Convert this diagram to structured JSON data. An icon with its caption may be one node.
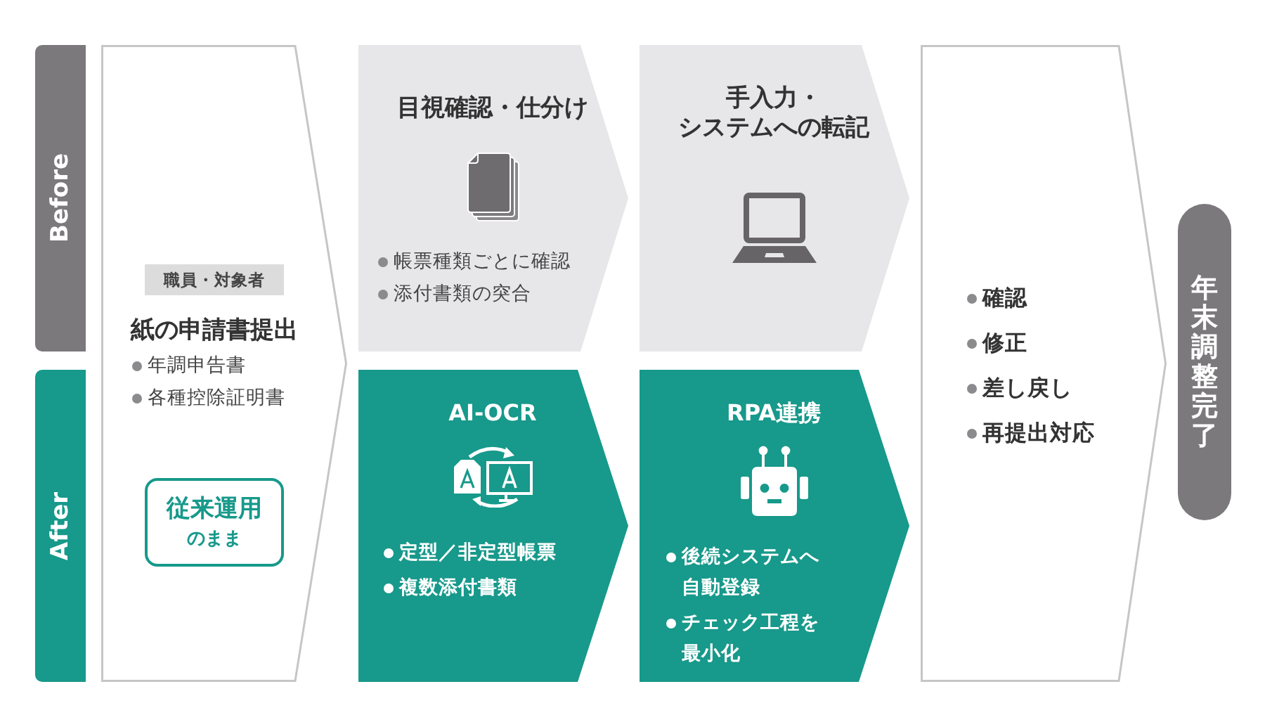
{
  "diagram": {
    "nodes": [
      {
        "text": [
          "Before"
        ]
      },
      {
        "text": [
          "After"
        ]
      },
      {
        "text": [
          "紙の申請書提出",
          "年調申告書",
          "各種控除証明書"
        ]
      },
      {
        "text": [
          "職員・対象者"
        ],
        "in": 2
      },
      {
        "text": [
          "従来運用",
          "のまま"
        ],
        "in": 2
      },
      {
        "text": [
          "目視確認・仕分け",
          "帳票種類ごとに確認",
          "添付書類の突合"
        ]
      },
      {
        "text": [
          "手入力・システムへの転記"
        ]
      },
      {
        "text": [
          "AI-OCR",
          "定型／非定型帳票",
          "複数添付書類"
        ]
      },
      {
        "text": [
          "RPA連携",
          "後続システムへ自動登録",
          "チェック工程を最小化"
        ]
      },
      {
        "text": [
          "確認",
          "修正",
          "差し戻し",
          "再提出対応"
        ]
      },
      {
        "text": [
          "年末調整完了"
        ]
      }
    ]
  }
}
